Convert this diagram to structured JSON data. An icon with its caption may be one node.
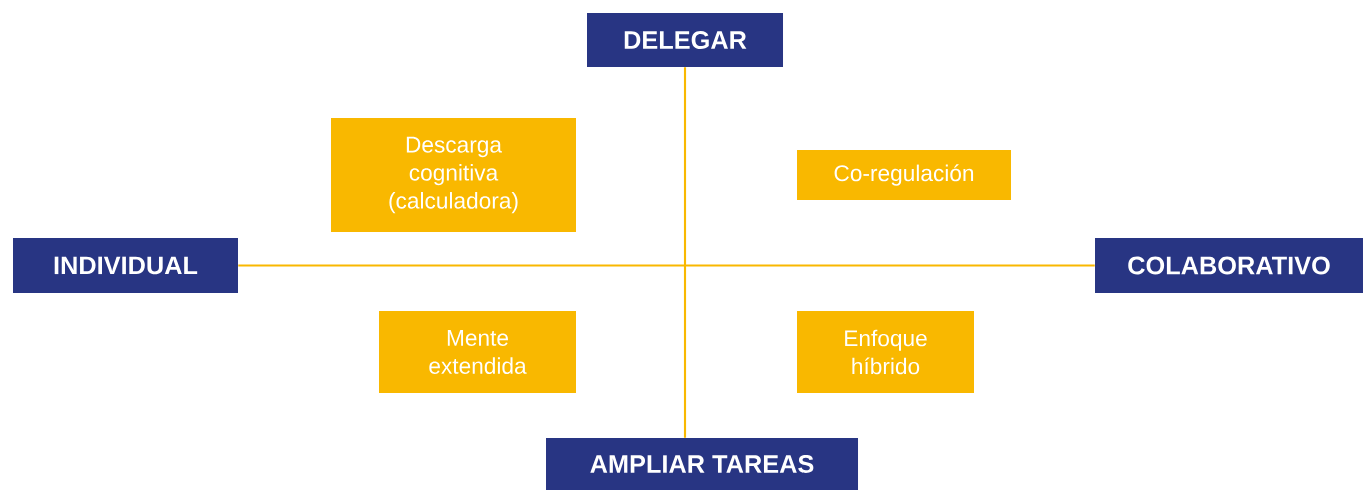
{
  "diagram": {
    "nodes": [
      {
        "text": [
          "DELEGAR"
        ]
      },
      {
        "text": [
          "Descarga cognitiva (calculadora)"
        ]
      },
      {
        "text": [
          "Co-regulación"
        ]
      },
      {
        "text": [
          "INDIVIDUAL"
        ]
      },
      {
        "text": [
          "COLABORATIVO"
        ]
      },
      {
        "text": [
          "Mente extendida"
        ]
      },
      {
        "text": [
          "Enfoque híbrido"
        ]
      },
      {
        "text": [
          "AMPLIAR TAREAS"
        ]
      }
    ],
    "edges": [
      {
        "from": 0,
        "to": 7,
        "arrow": "none"
      },
      {
        "from": 3,
        "to": 4,
        "arrow": "none"
      }
    ]
  }
}
